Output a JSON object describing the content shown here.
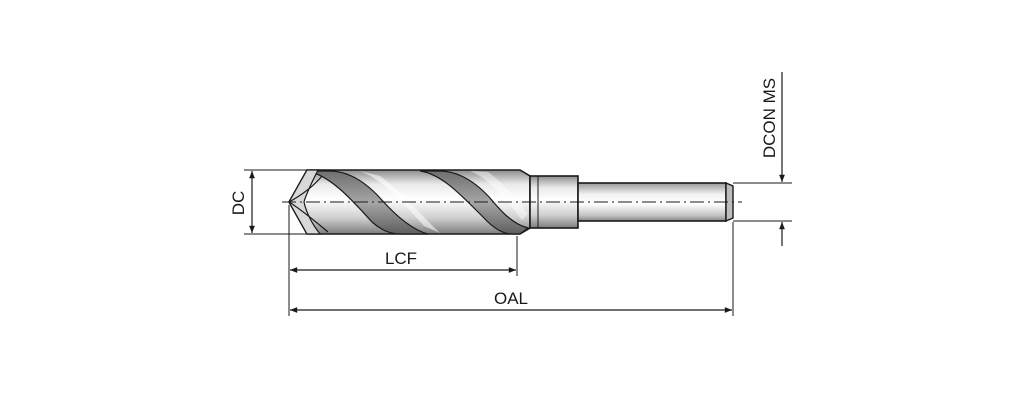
{
  "diagram": {
    "labels": {
      "dc": "DC",
      "lcf": "LCF",
      "oal": "OAL",
      "dcon_ms": "DCON MS"
    },
    "colors": {
      "outline": "#1a1a1a",
      "body_light": "#f4f4f4",
      "body_mid": "#c9c9c9",
      "body_dark": "#8a8a8a",
      "background": "#ffffff"
    }
  }
}
